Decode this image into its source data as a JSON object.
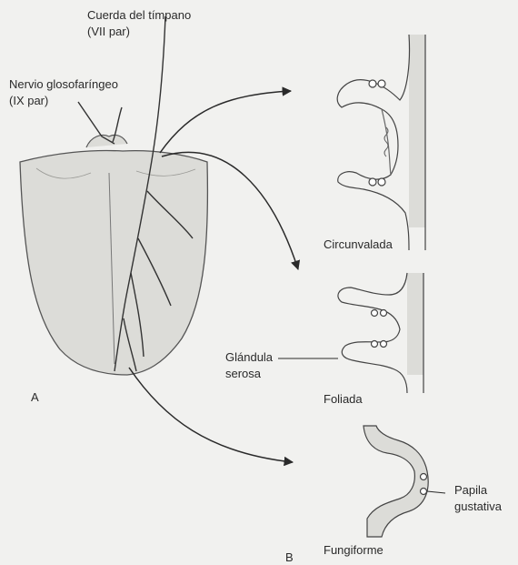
{
  "labels": {
    "cuerda_line1": "Cuerda del tímpano",
    "cuerda_line2": "(VII par)",
    "nervio_line1": "Nervio glosofaríngeo",
    "nervio_line2": "(IX par)",
    "panel_a": "A",
    "panel_b": "B",
    "circunvalada": "Circunvalada",
    "foliada": "Foliada",
    "fungiforme": "Fungiforme",
    "glandula_line1": "Glándula",
    "glandula_line2": "serosa",
    "papila_line1": "Papila",
    "papila_line2": "gustativa"
  },
  "colors": {
    "ink": "#2a2a2a",
    "tissue": "#dcdcd8",
    "paper": "#f1f1ef"
  }
}
